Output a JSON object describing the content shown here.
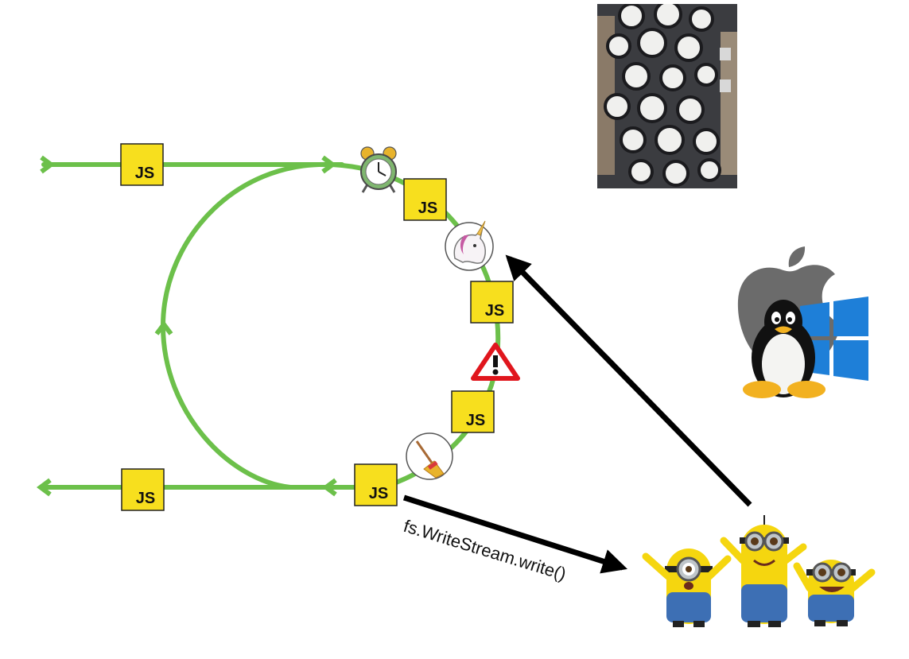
{
  "diagram": {
    "badge_label": "JS",
    "arrow_label": "fs.WriteStream.write()",
    "icons": {
      "alarm_clock": "alarm-clock-icon",
      "unicorn": "unicorn-icon",
      "warning": "warning-icon",
      "broom": "broom-icon",
      "clocks_photo": "clocks-photo",
      "apple": "apple-logo-icon",
      "tux": "linux-tux-icon",
      "windows": "windows-logo-icon",
      "minions": "minions-illustration"
    },
    "colors": {
      "loop": "#6cc04a",
      "badge": "#f7df1e",
      "arrow": "#000000",
      "warning": "#e0161d",
      "windows": "#1e7fd8"
    }
  }
}
